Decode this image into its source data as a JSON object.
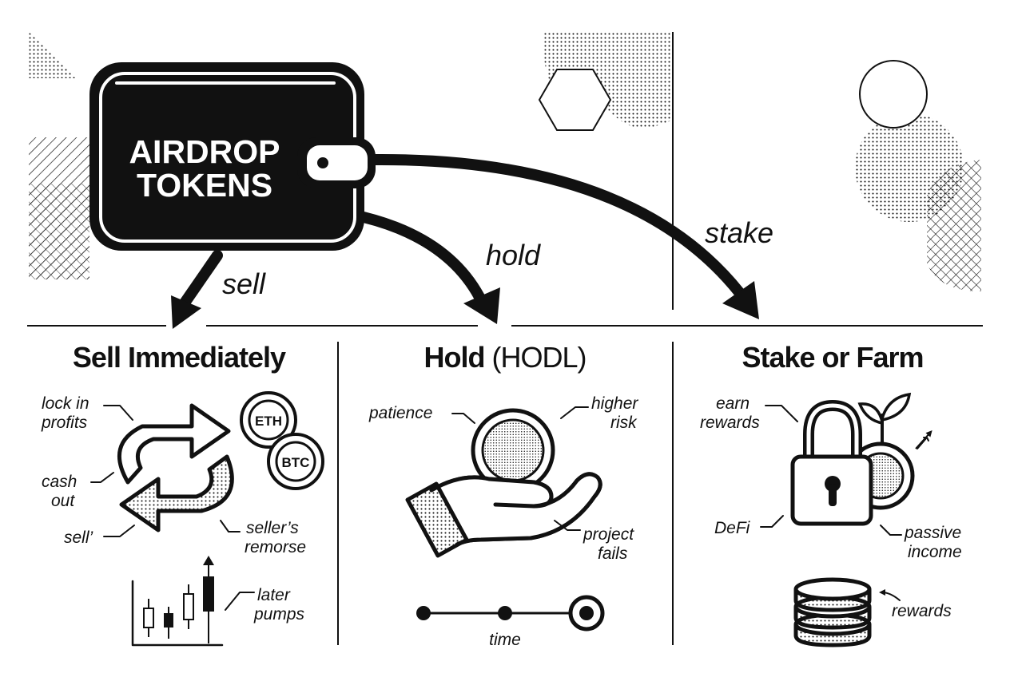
{
  "wallet": {
    "line1": "AIRDROP",
    "line2": "TOKENS"
  },
  "flow_labels": {
    "sell": "sell",
    "hold": "hold",
    "stake": "stake"
  },
  "sections": {
    "sell": {
      "title": "Sell Immediately",
      "labels": {
        "lock_line1": "lock in",
        "lock_line2": "profits",
        "cash_line1": "cash",
        "cash_line2": "out",
        "sell_note": "sell’",
        "remorse_line1": "seller’s",
        "remorse_line2": "remorse",
        "pumps_line1": "later",
        "pumps_line2": "pumps"
      },
      "coins": [
        "ETH",
        "BTC"
      ]
    },
    "hold": {
      "title_bold": "Hold",
      "title_light": " (HODL)",
      "labels": {
        "patience": "patience",
        "risk_line1": "higher",
        "risk_line2": "risk",
        "fails_line1": "project",
        "fails_line2": "fails",
        "time": "time"
      }
    },
    "stake": {
      "title": "Stake or Farm",
      "labels": {
        "earn_line1": "earn",
        "earn_line2": "rewards",
        "defi": "DeFi",
        "passive_line1": "passive",
        "passive_line2": "income",
        "rewards": "rewards"
      }
    }
  },
  "colors": {
    "ink": "#111111",
    "paper": "#ffffff",
    "shade": "#bbbbbb"
  }
}
